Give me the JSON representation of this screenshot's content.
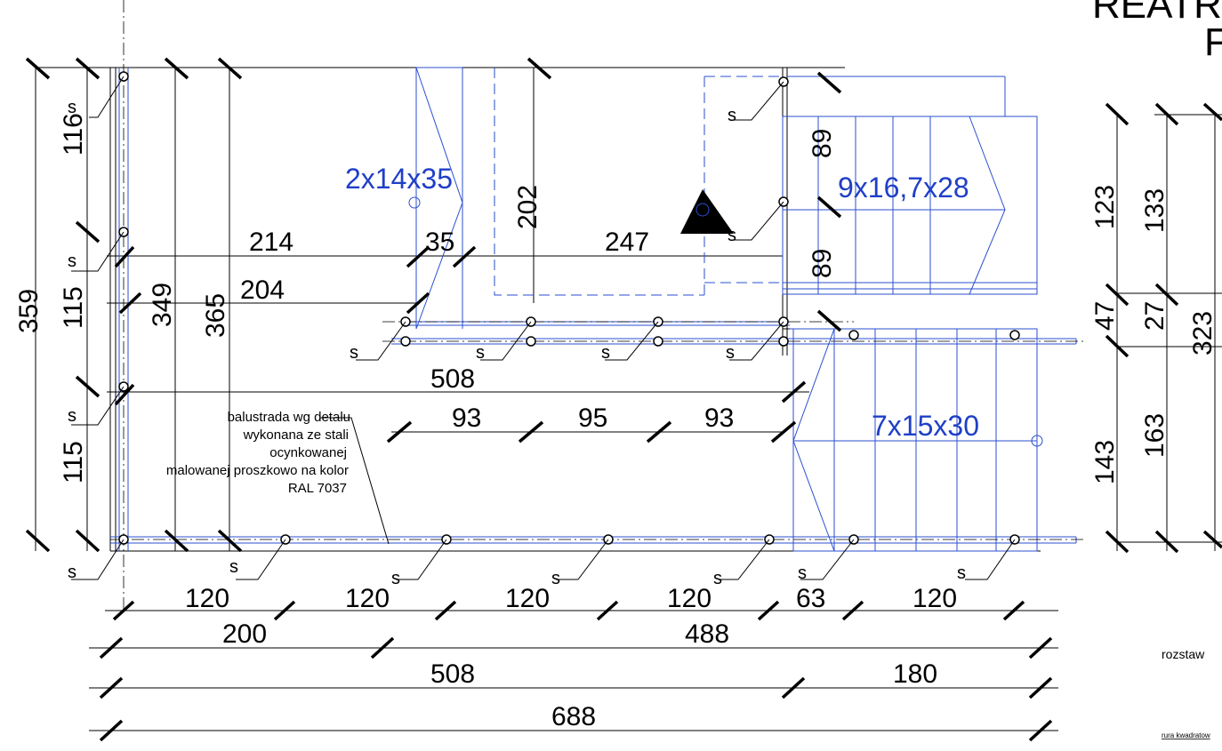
{
  "title_fragment": {
    "line1": "REATR",
    "line2": "F"
  },
  "stairs": [
    {
      "label": "2x14x35"
    },
    {
      "label": "9x16,7x28"
    },
    {
      "label": "7x15x30"
    }
  ],
  "post_marker": "s",
  "note": {
    "lines": [
      "balustrada wg detalu",
      "wykonana ze stali",
      "ocynkowanej",
      "malowanej proszkowo na kolor",
      "RAL 7037"
    ]
  },
  "dims": {
    "left_vertical": [
      "116",
      "115",
      "115",
      "359",
      "349",
      "365"
    ],
    "top_horizontal": [
      "214",
      "35",
      "247",
      "204",
      "202",
      "89",
      "89"
    ],
    "mid_horizontal": [
      "508",
      "93",
      "95",
      "93"
    ],
    "bottom_rows": [
      [
        "120",
        "120",
        "120",
        "120",
        "63",
        "120"
      ],
      [
        "200",
        "488"
      ],
      [
        "508",
        "180"
      ],
      [
        "688"
      ]
    ],
    "right_vertical": [
      "123",
      "133",
      "47",
      "27",
      "323",
      "143",
      "163"
    ]
  },
  "side_text": {
    "rozstaw": "rozstaw",
    "rura": "rura kwadratow"
  }
}
